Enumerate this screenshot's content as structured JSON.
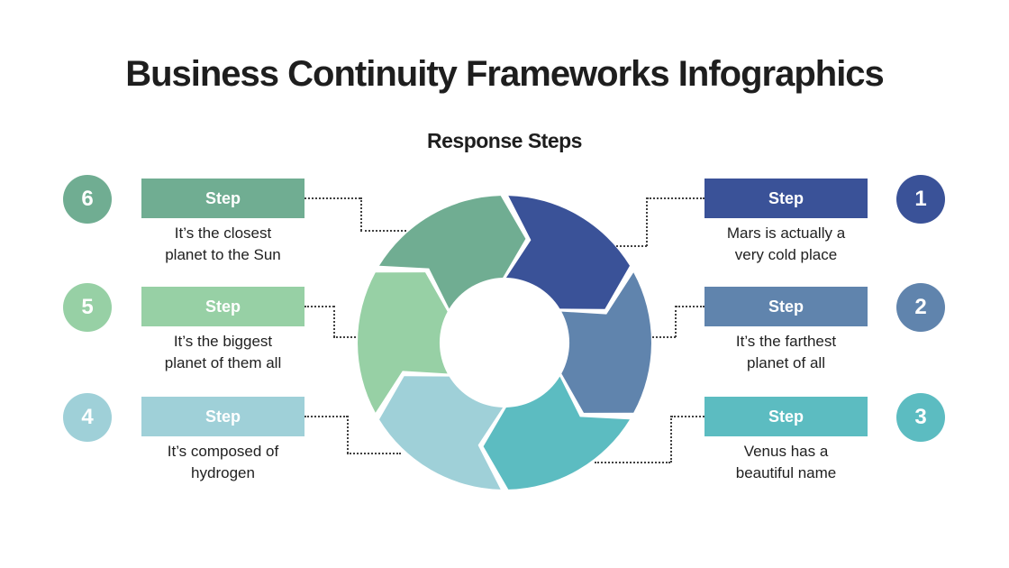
{
  "header": {
    "title": "Business Continuity Frameworks Infographics",
    "subtitle": "Response Steps"
  },
  "steps": [
    {
      "number": "1",
      "label": "Step",
      "description": "Mars is actually a\nvery cold place",
      "color": "#3a5298"
    },
    {
      "number": "2",
      "label": "Step",
      "description": "It’s the farthest\nplanet of all",
      "color": "#6084ad"
    },
    {
      "number": "3",
      "label": "Step",
      "description": "Venus has a\nbeautiful name",
      "color": "#5cbcc1"
    },
    {
      "number": "4",
      "label": "Step",
      "description": "It’s composed of\nhydrogen",
      "color": "#9fd0d8"
    },
    {
      "number": "5",
      "label": "Step",
      "description": "It’s the biggest\nplanet of them all",
      "color": "#97d0a5"
    },
    {
      "number": "6",
      "label": "Step",
      "description": "It’s the closest\nplanet to the Sun",
      "color": "#70ad92"
    }
  ],
  "wheel": {
    "type": "cycle-arrows",
    "segments": 6,
    "direction": "clockwise",
    "connector_color": "#404040",
    "background": "#ffffff"
  }
}
